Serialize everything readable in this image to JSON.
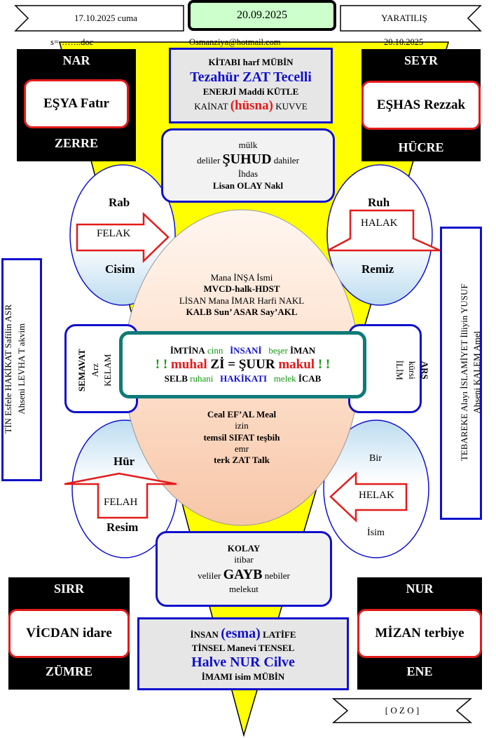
{
  "header": {
    "left_date": "17.10.2025 cuma",
    "center_date": "20.09.2025",
    "right_label": "YARATILIŞ",
    "file_ref": "s=……..doc",
    "email": "Osmanziya@hotmail.com",
    "right_date": "20.10.2025"
  },
  "corners": {
    "top_left": {
      "top": "NAR",
      "inner": "EŞYA  Fatır",
      "bottom": "ZERRE"
    },
    "top_right": {
      "top": "SEYR",
      "inner": "EŞHAS  Rezzak",
      "bottom": "HÜCRE"
    },
    "bottom_left": {
      "top": "SIRR",
      "inner": "VİCDAN idare",
      "bottom": "ZÜMRE"
    },
    "bottom_right": {
      "top": "NUR",
      "inner": "MİZAN terbiye",
      "bottom": "ENE"
    }
  },
  "top_box": {
    "line1": "KİTABI   harf   MÜBİN",
    "line2": "Tezahür ZAT Tecelli",
    "line3": "ENERJİ Maddi KÜTLE",
    "line4_pre": "KAİNAT ",
    "line4_mid": "(hüsna)",
    "line4_post": " KUVVE"
  },
  "mulk_box": {
    "line1": "mülk",
    "line2_pre": "deliler ",
    "line2_mid": "ŞUHUD",
    "line2_post": " dahiler",
    "line3": "İhdas",
    "line4": "Lisan OLAY Nakl"
  },
  "ellipses": {
    "top_left": {
      "top": "Rab",
      "arrow": "FELAK",
      "bottom": "Cisim"
    },
    "top_right": {
      "top": "Ruh",
      "arrow": "HALAK",
      "bottom": "Remiz"
    },
    "bottom_left": {
      "top": "Hür",
      "arrow": "FELAH",
      "bottom": "Resim"
    },
    "bottom_right": {
      "top": "Bir",
      "arrow": "HELAK",
      "bottom": "İsim"
    }
  },
  "center_oval": {
    "upper1": "Mana İNŞA  İsmi",
    "upper2": "MVCD-halk-HDST",
    "upper3": "LİSAN Mana İMAR Harfi NAKL",
    "upper4": "KALB Sun’ ASAR Say’AKL",
    "lower1": "Ceal EF’AL Meal",
    "lower2": "izin",
    "lower3": "temsil SIFAT teşbih",
    "lower4": "emr",
    "lower5": "terk ZAT Talk"
  },
  "center_box": {
    "r1": [
      "İMTİNA",
      "cinn",
      "İNSANİ",
      "beşer",
      "İMAN"
    ],
    "r2": [
      "! !",
      "muhal",
      "Zİ",
      "=",
      "ŞUUR",
      "makul",
      "! !"
    ],
    "r3": [
      "SELB",
      "ruhani",
      "HAKİKATI",
      "melek",
      "İCAB"
    ]
  },
  "left_side_box": {
    "line1": "SEMAVAT",
    "line2": "Arz",
    "line3": "KELAM"
  },
  "right_side_box": {
    "line1": "İLİM",
    "line2": "kürsi",
    "line3": "ARŞ"
  },
  "left_vertical": {
    "line1": "Ahseni      LEVHA T akvim",
    "line2": "TİN  Esfele  HAKİKAT Safilin ASR"
  },
  "right_vertical": {
    "line1": "TEBAREKE   Alayı İSLAMİYET  İlliyin YUSUF",
    "line2": "Ahseni     KALEM   Amel"
  },
  "gayb_box": {
    "line1": "KOLAY",
    "line2": "itibar",
    "line3_pre": "veliler ",
    "line3_mid": "GAYB",
    "line3_post": " nebiler",
    "line4": "melekut"
  },
  "bottom_box": {
    "line1_pre": "İNSAN ",
    "line1_mid": "(esma)",
    "line1_post": " LATİFE",
    "line2": "TİNSEL  Manevi TENSEL",
    "line3": "Halve NUR Cilve",
    "line4": "İMAMI   isim   MÜBİN"
  },
  "footer": {
    "label": "[ O Z O ]"
  },
  "colors": {
    "yellow": "#ffff00",
    "blue": "#1010cc",
    "red": "#e31b1b",
    "teal": "#0f7a7a",
    "green": "#119911"
  }
}
